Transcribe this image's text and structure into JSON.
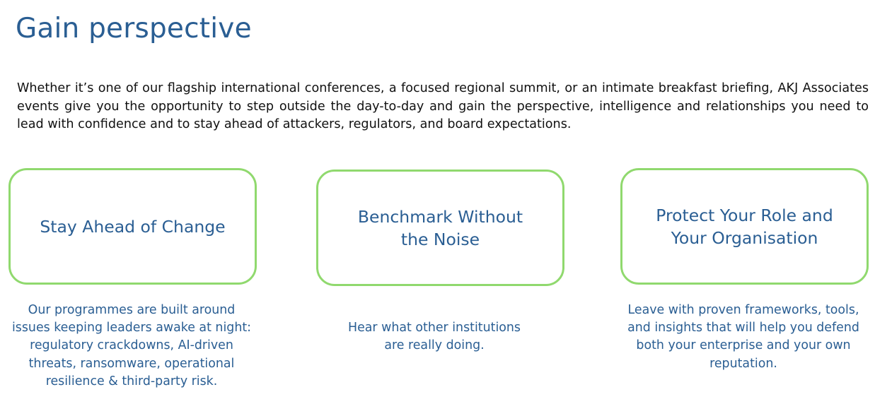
{
  "page": {
    "title": "Gain perspective",
    "intro": "Whether it’s one of our flagship international conferences, a focused regional summit, or an intimate breakfast briefing, AKJ Associates events give you the opportunity to step outside the day-to-day and gain the perspective, intelligence and relationships you need to lead with confidence and to stay ahead of attackers, regulators, and board expectations."
  },
  "cards": [
    {
      "heading_lines": [
        "Stay Ahead of Change"
      ],
      "description_lines": [
        "Our programmes are built around",
        "issues keeping leaders awake at night:",
        "regulatory crackdowns, AI-driven",
        "threats, ransomware, operational",
        "resilience & third-party risk."
      ]
    },
    {
      "heading_lines": [
        "Benchmark Without",
        "the Noise"
      ],
      "description_lines": [
        "Hear what other institutions",
        "are really doing."
      ]
    },
    {
      "heading_lines": [
        "Protect Your Role and",
        "Your Organisation"
      ],
      "description_lines": [
        "Leave with proven frameworks, tools,",
        "and insights that will help you defend",
        "both your enterprise and your own",
        "reputation."
      ]
    }
  ],
  "colors": {
    "heading_blue": "#2a5e93",
    "card_border_green": "#90d96e",
    "body_text": "#111111"
  }
}
